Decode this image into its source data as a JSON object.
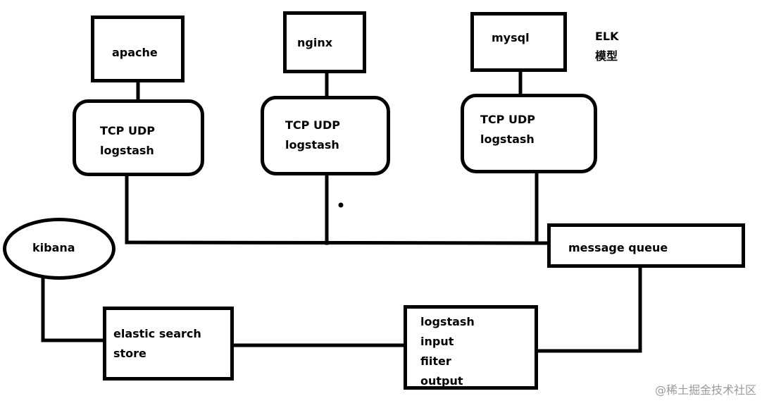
{
  "sources": [
    {
      "name": "apache"
    },
    {
      "name": "nginx"
    },
    {
      "name": "mysql"
    }
  ],
  "shippers": [
    {
      "line1": "TCP  UDP",
      "line2": "logstash"
    },
    {
      "line1": "TCP  UDP",
      "line2": "logstash"
    },
    {
      "line1": "TCP  UDP",
      "line2": "logstash"
    }
  ],
  "title": {
    "line1": "ELK",
    "line2": "模型"
  },
  "message_queue": "message queue",
  "kibana": "kibana",
  "elastic": {
    "line1": "elastic search",
    "line2": "store"
  },
  "logstash_pipeline": {
    "line1": "logstash",
    "line2": "input",
    "line3": "fiiter",
    "line4": "output"
  },
  "watermark": "@稀土掘金技术社区"
}
